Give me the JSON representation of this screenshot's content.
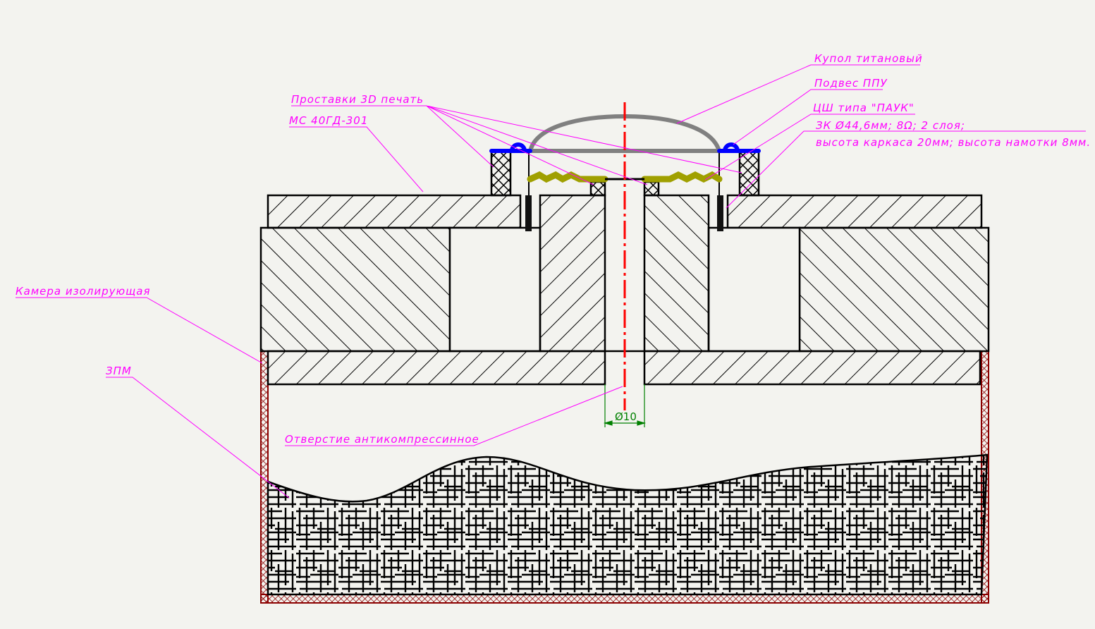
{
  "labels": {
    "dome": "Купол титановый",
    "surround": "Подвес ППУ",
    "spider": "ЦШ типа \"ПАУК\"",
    "coil_line1": "ЗК Ø44,6мм; 8Ω; 2 слоя;",
    "coil_line2": "высота каркаса 20мм; высота намотки 8мм.",
    "spacers": "Проставки 3D печать",
    "magnet": "МС 40ГД-301",
    "chamber": "Камера изолирующая",
    "foam": "ЗПМ",
    "vent": "Отверстие антикомпрессинное"
  },
  "dimension": {
    "hole_diameter": "Ø10"
  },
  "colors": {
    "leader": "#ff00ff",
    "dome": "#808080",
    "surround": "#0000ff",
    "spider": "#a0a000",
    "chamber": "#8b0000",
    "axis": "#ff0000",
    "dimension": "#008000"
  }
}
